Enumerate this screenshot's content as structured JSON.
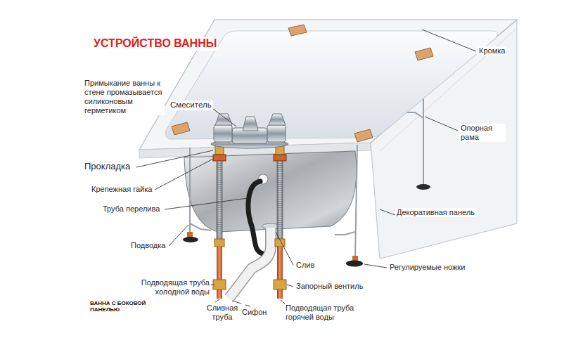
{
  "diagram": {
    "title": "УСТРОЙСТВО ВАННЫ",
    "labels": [
      "Кромка",
      "Примыкание ванны к стене промазывается силиконовым герметиком",
      "Смеситель",
      "Опорная рама",
      "Прокладка",
      "Крепежная гайка",
      "Труба перелива",
      "Декоративная панель",
      "Подводка",
      "Слив",
      "Регулируемые ножки",
      "Подводящая труба холодной воды",
      "Запорный вентиль",
      "ВАННА С БОКОВОЙ ПАНЕЛЬЮ",
      "Сливная труба",
      "Сифон",
      "Подводящая труба горячей воды"
    ]
  }
}
